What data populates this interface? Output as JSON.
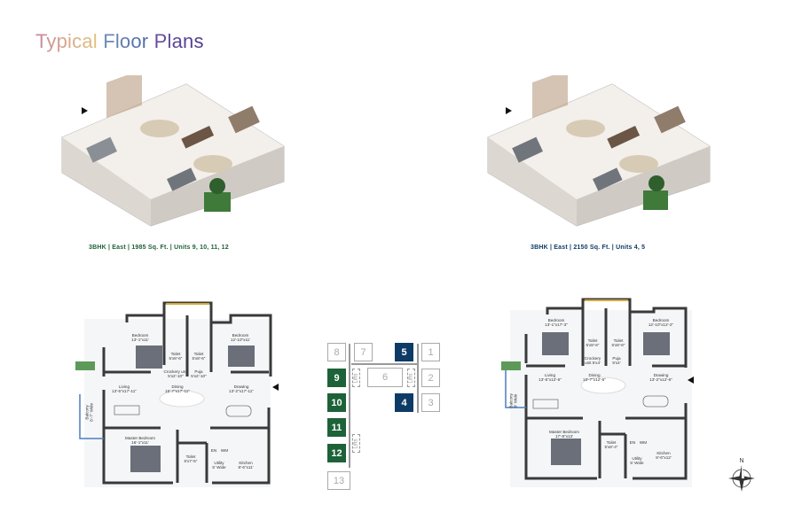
{
  "title": {
    "part1": "Typical",
    "part2": "Floor",
    "part3": "Plans"
  },
  "colors": {
    "green": "#1d6238",
    "blue": "#0d3b66"
  },
  "plans": [
    {
      "caption": "3BHK  |  East  | 1985 Sq. Ft.  |  Units 9, 10, 11, 12",
      "rooms": {
        "bedroom1": "Bedroom\n13'-1\"x11'",
        "toilet1": "Toilet\n5'x8'-6\"",
        "toilet2": "Toilet\n5'x8'-6\"",
        "crockery": "Crockery unit\n5'x2'-10\"",
        "puja": "Puja\n5'x2'-10\"",
        "bedroom2": "Bedroom\n12'-10\"x11'",
        "living": "Living\n13'-5\"x17'-11\"",
        "dining": "Dining\n16'-7\"x17'-11\"",
        "drawing": "Drawing\n13'-2\"x17'-11\"",
        "balcony": "Balcony\n8'-7\" Wide",
        "master": "Master Bedroom\n16'-1\"x11'",
        "toilet3": "Toilet\n6'x7'-5\"",
        "utility": "Utility\n5' Wide",
        "kitchen": "Kitchen\n8'-6\"x11'",
        "en": "EN",
        "wm": "WM"
      }
    },
    {
      "caption": "3BHK  |  East  | 2150 Sq. Ft.  |  Units 4, 5",
      "rooms": {
        "bedroom1": "Bedroom\n13'-1\"x17'-3\"",
        "toilet1": "Toilet\n5'x8'-6\"",
        "toilet2": "Toilet\n5'x8'-6\"",
        "crockery": "Crockery\nunit 5'x4'",
        "puja": "Puja\n5'x4'",
        "bedroom2": "Bedroom\n12'-10\"x12'-2\"",
        "living": "Living\n13'-5\"x12'-6\"",
        "dining": "Dining\n10'-7\"x12'-6\"",
        "drawing": "Drawing\n13'-2\"x12'-6\"",
        "balcony": "Balcony\n8' Wide",
        "master": "Master Bedroom\n17'-8\"x13'",
        "toilet3": "Toilet\n5'x8'-4\"",
        "utility": "Utility\n5' Wide",
        "kitchen": "Kitchen\n8'-6\"x12'",
        "en": "EN",
        "wm": "WM"
      }
    }
  ],
  "keyplan": {
    "units": [
      "1",
      "2",
      "3",
      "4",
      "5",
      "6",
      "7",
      "8",
      "9",
      "10",
      "11",
      "12",
      "13"
    ],
    "lifts": "Lifts"
  }
}
